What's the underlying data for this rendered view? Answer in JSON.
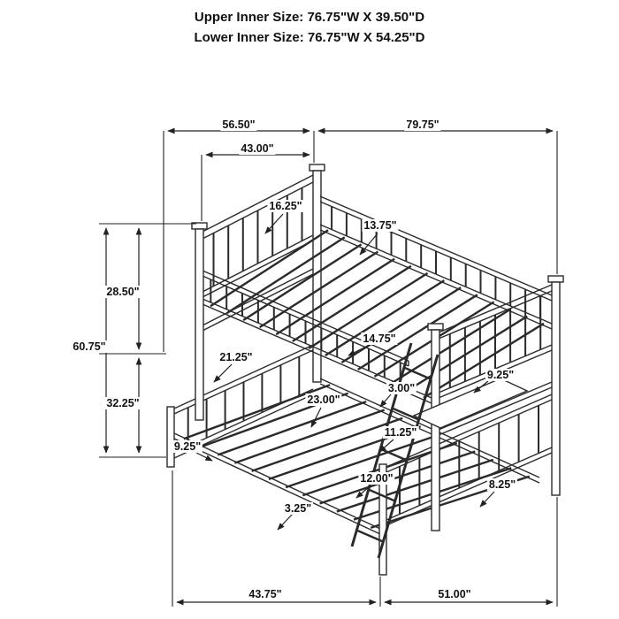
{
  "header": {
    "upper_inner_size": "Upper Inner Size: 76.75\"W X 39.50\"D",
    "lower_inner_size": "Lower Inner Size: 76.75\"W X 54.25\"D"
  },
  "dimensions": {
    "d56_50": "56.50\"",
    "d79_75": "79.75\"",
    "d43_00": "43.00\"",
    "d16_25": "16.25\"",
    "d13_75": "13.75\"",
    "d28_50": "28.50\"",
    "d60_75": "60.75\"",
    "d32_25": "32.25\"",
    "d14_75": "14.75\"",
    "d21_25": "21.25\"",
    "d9_25_right": "9.25\"",
    "d23_00": "23.00\"",
    "d3_00": "3.00\"",
    "d11_25": "11.25\"",
    "d9_25_left": "9.25\"",
    "d12_00": "12.00\"",
    "d8_25": "8.25\"",
    "d3_25": "3.25\"",
    "d43_75": "43.75\"",
    "d51_00": "51.00\""
  }
}
